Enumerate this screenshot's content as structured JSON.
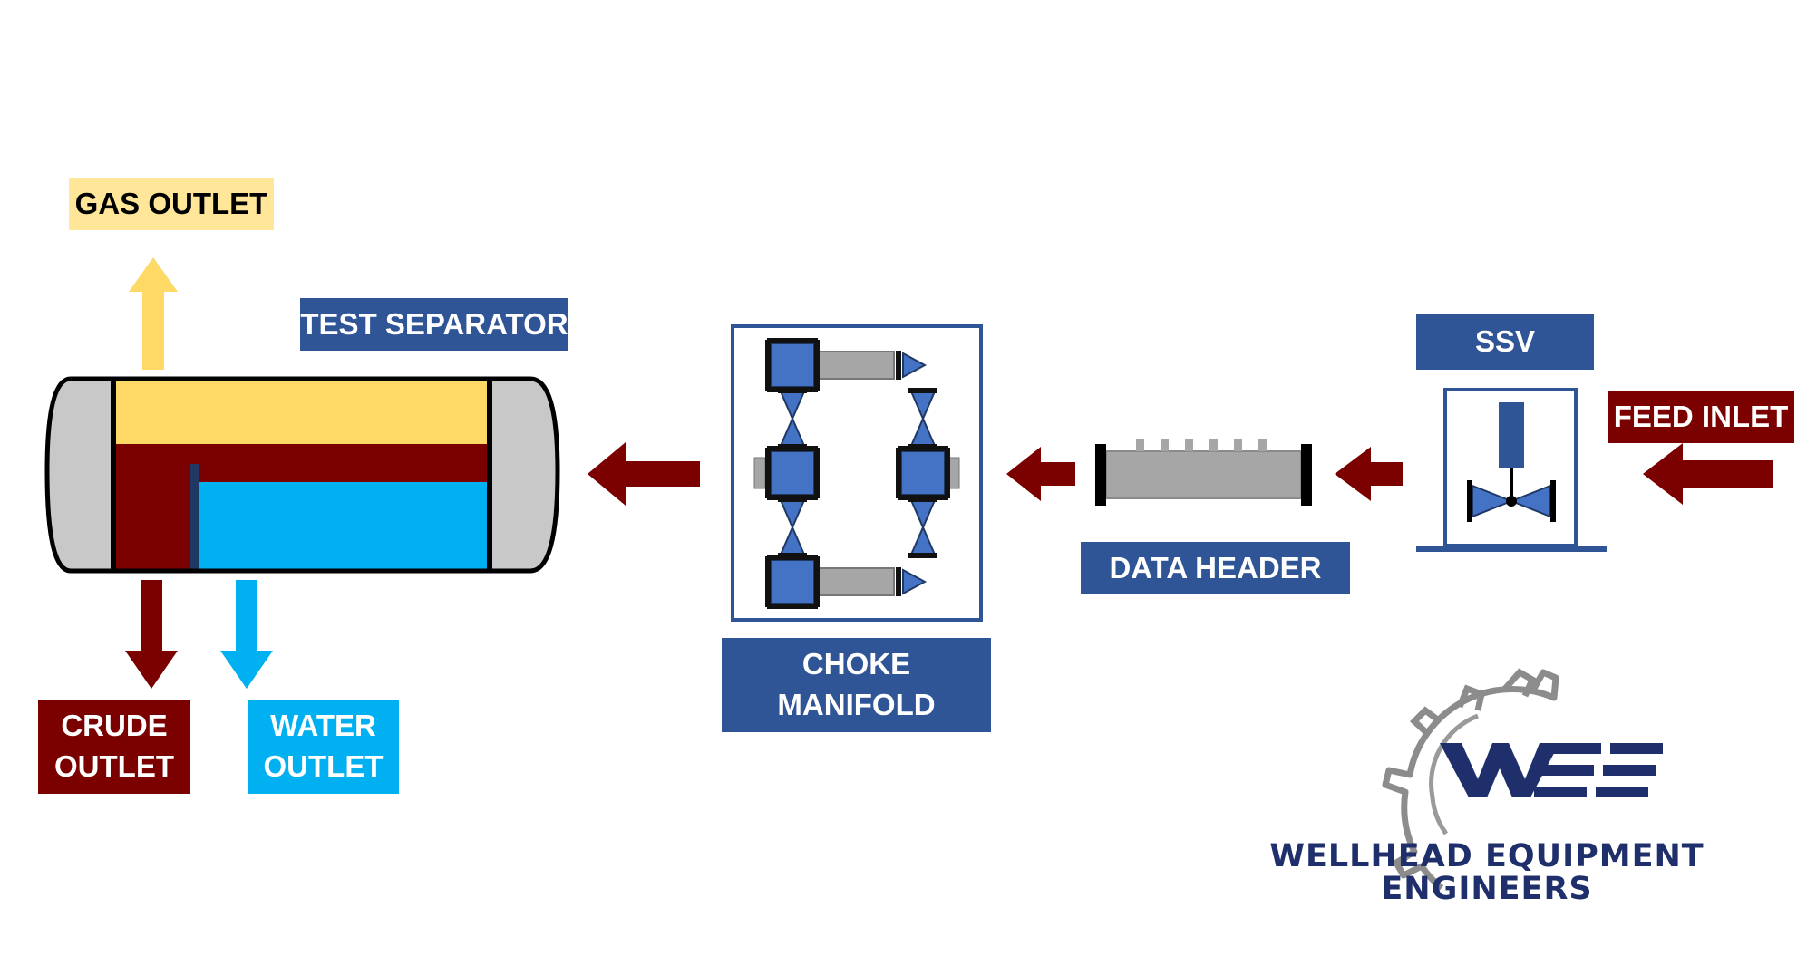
{
  "labels": {
    "gas_outlet": "GAS OUTLET",
    "test_separator": "TEST SEPARATOR",
    "crude_outlet_line1": "CRUDE",
    "crude_outlet_line2": "OUTLET",
    "water_outlet_line1": "WATER",
    "water_outlet_line2": "OUTLET",
    "choke_manifold_line1": "CHOKE",
    "choke_manifold_line2": "MANIFOLD",
    "data_header": "DATA HEADER",
    "ssv": "SSV",
    "feed_inlet": "FEED INLET"
  },
  "logo": {
    "mark": "WEE",
    "name_line1": "WELLHEAD EQUIPMENT",
    "name_line2": "ENGINEERS"
  },
  "colors": {
    "label_blue": "#2f5597",
    "oil_red": "#7b0000",
    "water_blue": "#00b0f0",
    "gas_yellow": "#ffe699",
    "gas_arrow_yellow": "#ffd966",
    "steel_gray": "#a6a6a6",
    "valve_blue": "#4472c4",
    "logo_navy": "#1f2f6b"
  },
  "icons": [
    "flow-arrow-icon",
    "valve-icon",
    "gear-icon",
    "pipe-icon"
  ]
}
